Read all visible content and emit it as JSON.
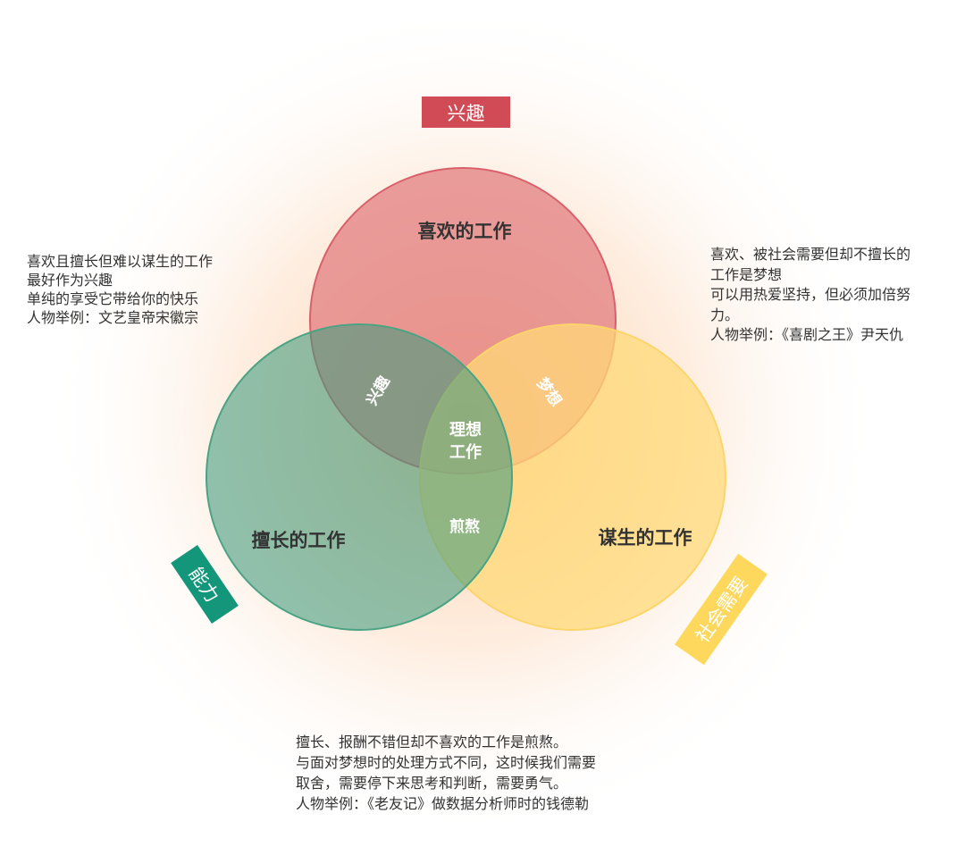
{
  "colors": {
    "interest": "#d04b55",
    "ability": "#13967a",
    "social": "#fdd85d"
  },
  "tags": {
    "interest": "兴趣",
    "ability": "能力",
    "social": "社会需要"
  },
  "circles": {
    "interest": "喜欢的工作",
    "ability": "擅长的工作",
    "social": "谋生的工作"
  },
  "overlaps": {
    "interest_ability": "兴趣",
    "interest_social": "梦想",
    "ability_social": "煎熬",
    "center_line1": "理想",
    "center_line2": "工作"
  },
  "notes": {
    "left": [
      "喜欢且擅长但难以谋生的工作",
      "最好作为兴趣",
      "单纯的享受它带给你的快乐",
      "人物举例：文艺皇帝宋徽宗"
    ],
    "right": [
      "喜欢、被社会需要但却不擅长的",
      "工作是梦想",
      "可以用热爱坚持，但必须加倍努",
      "力。",
      "人物举例：《喜剧之王》尹天仇"
    ],
    "bottom": [
      "擅长、报酬不错但却不喜欢的工作是煎熬。",
      "与面对梦想时的处理方式不同，这时候我们需要",
      "取舍，需要停下来思考和判断，需要勇气。",
      "人物举例：《老友记》做数据分析师时的钱德勒"
    ]
  }
}
